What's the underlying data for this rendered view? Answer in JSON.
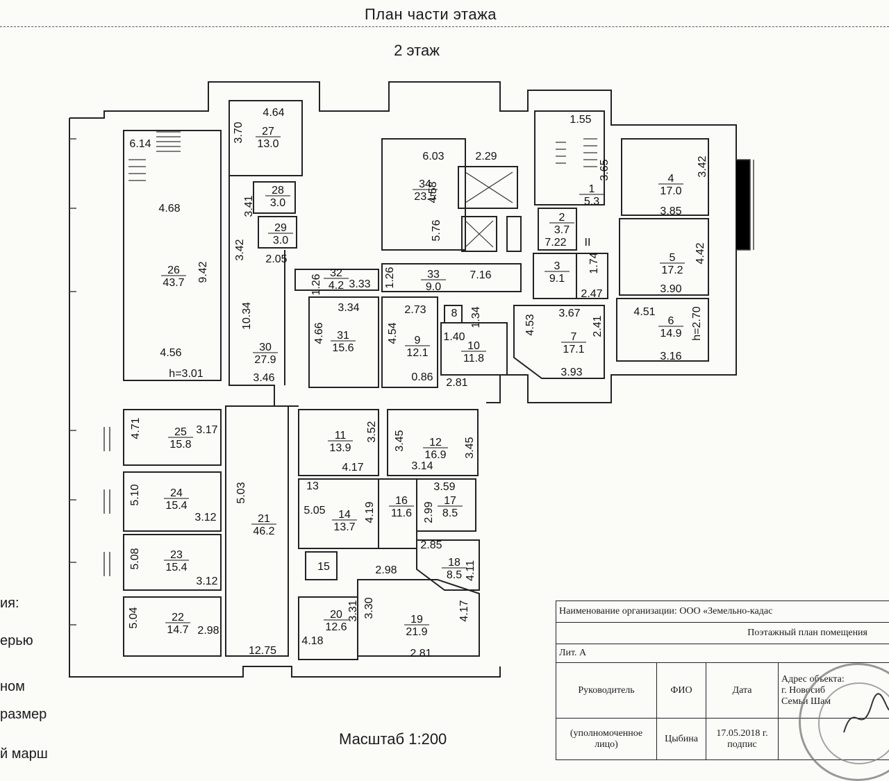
{
  "header": {
    "title": "План   части этажа",
    "floor": "2 этаж"
  },
  "scale": "Масштаб 1:200",
  "legend": [
    "ия:",
    "ерью",
    "ном",
    "размер",
    "й марш"
  ],
  "rooms": [
    {
      "id": "26",
      "area": "43.7"
    },
    {
      "id": "27",
      "area": "13.0"
    },
    {
      "id": "28",
      "area": "3.0"
    },
    {
      "id": "29",
      "area": "3.0"
    },
    {
      "id": "30",
      "area": "27.9"
    },
    {
      "id": "31",
      "area": "15.6"
    },
    {
      "id": "32",
      "area": "4.2"
    },
    {
      "id": "33",
      "area": "9.0"
    },
    {
      "id": "34",
      "area": "23.5"
    },
    {
      "id": "9",
      "area": "12.1"
    },
    {
      "id": "10",
      "area": "11.8"
    },
    {
      "id": "8",
      "area": ""
    },
    {
      "id": "7",
      "area": "17.1"
    },
    {
      "id": "2",
      "area": "3.7"
    },
    {
      "id": "3",
      "area": "9.1"
    },
    {
      "id": "1",
      "area": "5.3"
    },
    {
      "id": "4",
      "area": "17.0"
    },
    {
      "id": "5",
      "area": "17.2"
    },
    {
      "id": "6",
      "area": "14.9"
    },
    {
      "id": "25",
      "area": "15.8"
    },
    {
      "id": "24",
      "area": "15.4"
    },
    {
      "id": "23",
      "area": "15.4"
    },
    {
      "id": "22",
      "area": "14.7"
    },
    {
      "id": "21",
      "area": "46.2"
    },
    {
      "id": "11",
      "area": "13.9"
    },
    {
      "id": "12",
      "area": "16.9"
    },
    {
      "id": "13",
      "area": ""
    },
    {
      "id": "14",
      "area": "13.7"
    },
    {
      "id": "15",
      "area": ""
    },
    {
      "id": "16",
      "area": "11.6"
    },
    {
      "id": "17",
      "area": "8.5"
    },
    {
      "id": "18",
      "area": "8.5"
    },
    {
      "id": "19",
      "area": "21.9"
    },
    {
      "id": "20",
      "area": "12.6"
    }
  ],
  "dimensions": [
    "4.64",
    "3.70",
    "3.41",
    "3.42",
    "2.05",
    "10.34",
    "3.46",
    "4.68",
    "9.42",
    "4.56",
    "h=3.01",
    "6.03",
    "2.29",
    "4.58",
    "5.76",
    "1.26",
    "3.33",
    "7.16",
    "1.26",
    "3.34",
    "4.66",
    "2.73",
    "4.54",
    "0.86",
    "1.40",
    "1.34",
    "2.81",
    "1.55",
    "3.65",
    "7.22",
    "1.74",
    "2.47",
    "3.67",
    "4.53",
    "2.41",
    "3.93",
    "3.42",
    "3.85",
    "4.42",
    "3.90",
    "4.51",
    "h=2.70",
    "3.16",
    "4.71",
    "3.17",
    "5.10",
    "3.12",
    "5.08",
    "3.12",
    "5.04",
    "2.98",
    "5.03",
    "12.75",
    "3.52",
    "3.45",
    "4.17",
    "3.45",
    "3.14",
    "5.05",
    "4.19",
    "3.59",
    "2.99",
    "2.85",
    "2.98",
    "4.11",
    "3.31",
    "4.18",
    "3.30",
    "4.17",
    "2.81",
    "6.14",
    "II",
    "II"
  ],
  "stamp": {
    "org": "Наименование организации: ООО «Земельно-кадас",
    "doc": "Поэтажный план помещения",
    "lit": "Лит. А",
    "col1": "Руководитель",
    "col2": "ФИО",
    "col3": "Дата",
    "col4": "Адрес объекта:",
    "addr1": "г. Новосиб",
    "addr2": "Семьи Шам",
    "role": "(уполномоченное лицо)",
    "name": "Цыбина",
    "date": "17.05.2018 г.",
    "sign": "подпис"
  }
}
